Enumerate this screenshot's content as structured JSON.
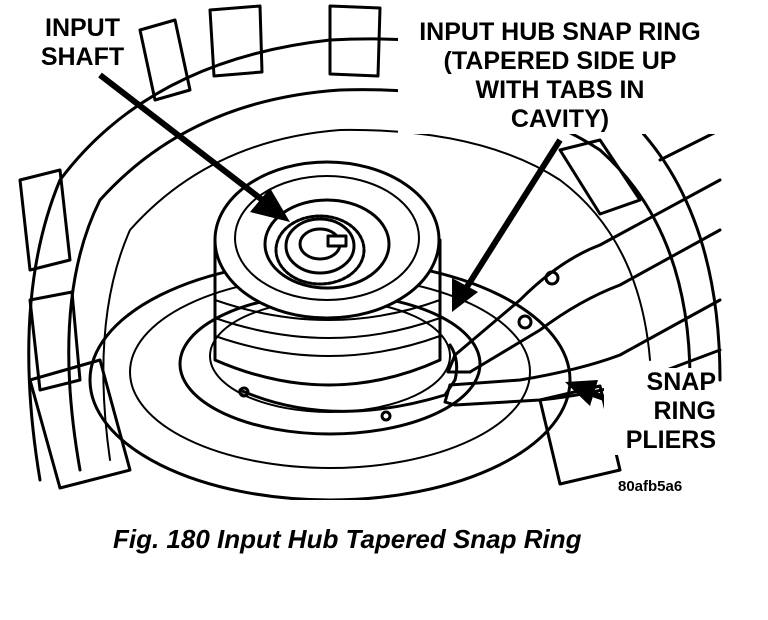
{
  "labels": {
    "input_shaft": [
      "INPUT",
      "SHAFT"
    ],
    "hub_snap_ring": [
      "INPUT HUB SNAP RING",
      "(TAPERED SIDE UP",
      "WITH TABS IN",
      "CAVITY)"
    ],
    "snap_ring_pliers": [
      "SNAP",
      "RING",
      "PLIERS"
    ]
  },
  "figure_id": "80afb5a6",
  "caption": "Fig. 180 Input Hub Tapered Snap Ring"
}
